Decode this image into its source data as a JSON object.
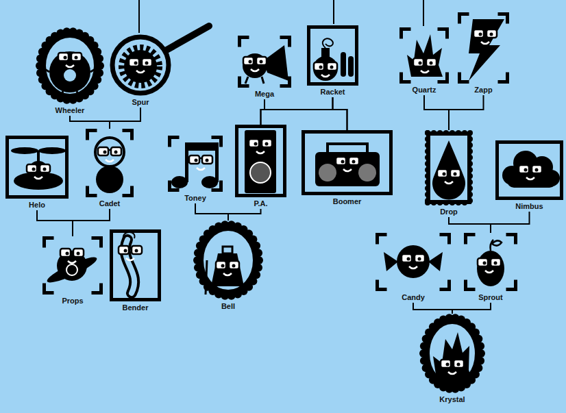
{
  "diagram": {
    "nodes": [
      {
        "text": [
          "Wheeler"
        ]
      },
      {
        "text": [
          "Spur"
        ]
      },
      {
        "text": [
          "Mega"
        ]
      },
      {
        "text": [
          "Racket"
        ]
      },
      {
        "text": [
          "Quartz"
        ]
      },
      {
        "text": [
          "Zapp"
        ]
      },
      {
        "text": [
          "Helo"
        ]
      },
      {
        "text": [
          "Cadet"
        ]
      },
      {
        "text": [
          "Toney"
        ]
      },
      {
        "text": [
          "P.A."
        ]
      },
      {
        "text": [
          "Boomer"
        ]
      },
      {
        "text": [
          "Drop"
        ]
      },
      {
        "text": [
          "Nimbus"
        ]
      },
      {
        "text": [
          "Props"
        ]
      },
      {
        "text": [
          "Bender"
        ]
      },
      {
        "text": [
          "Bell"
        ]
      },
      {
        "text": [
          "Candy"
        ]
      },
      {
        "text": [
          "Sprout"
        ]
      },
      {
        "text": [
          "Krystal"
        ]
      }
    ],
    "edges": [
      {
        "from": 0,
        "to": 7,
        "arrow": "none"
      },
      {
        "from": 1,
        "to": 7,
        "arrow": "none"
      },
      {
        "from": 2,
        "to": 9,
        "arrow": "none"
      },
      {
        "from": 2,
        "to": 10,
        "arrow": "none"
      },
      {
        "from": 3,
        "to": 9,
        "arrow": "none"
      },
      {
        "from": 3,
        "to": 10,
        "arrow": "none"
      },
      {
        "from": 4,
        "to": 11,
        "arrow": "none"
      },
      {
        "from": 5,
        "to": 11,
        "arrow": "none"
      },
      {
        "from": 6,
        "to": 13,
        "arrow": "none"
      },
      {
        "from": 7,
        "to": 13,
        "arrow": "none"
      },
      {
        "from": 8,
        "to": 15,
        "arrow": "none"
      },
      {
        "from": 9,
        "to": 15,
        "arrow": "none"
      },
      {
        "from": 11,
        "to": 17,
        "arrow": "none"
      },
      {
        "from": 12,
        "to": 17,
        "arrow": "none"
      },
      {
        "from": 16,
        "to": 18,
        "arrow": "none"
      },
      {
        "from": 17,
        "to": 18,
        "arrow": "none"
      }
    ]
  }
}
